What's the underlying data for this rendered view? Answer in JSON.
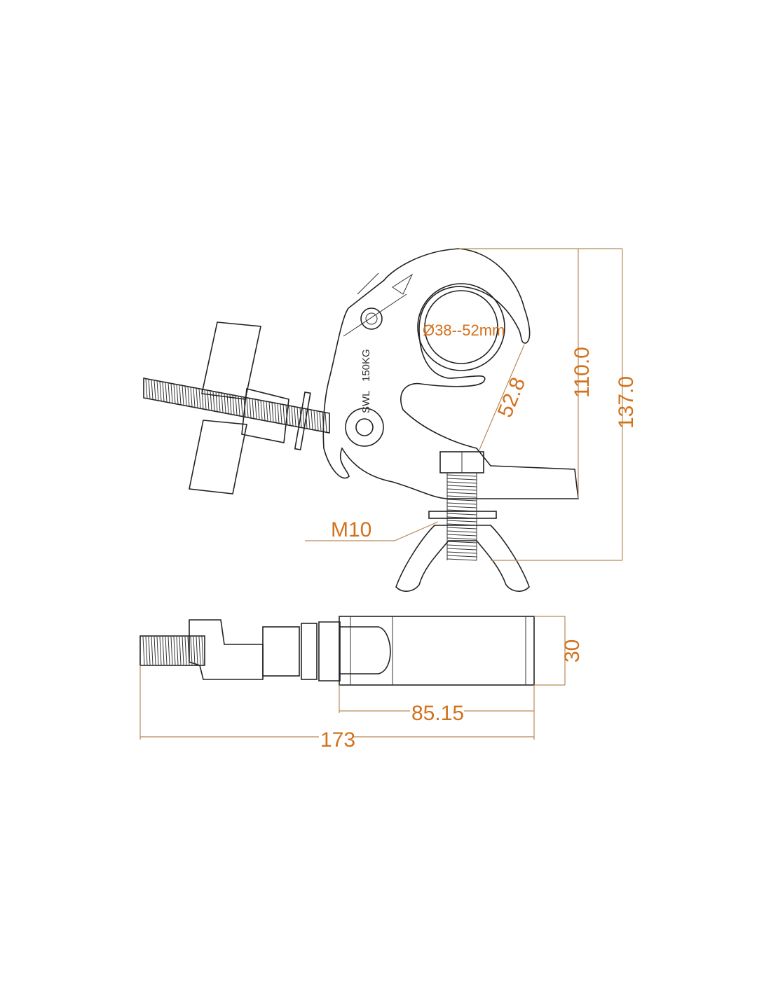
{
  "diagram": {
    "accent_color": "#d2711c",
    "front_view": {
      "tube_diameter_label": "Ø38--52mm",
      "height_body_label": "110.0",
      "height_total_label": "137.0",
      "jaw_opening_label": "52.8",
      "bolt_label": "M10",
      "body_marking_swl": "SWL",
      "body_marking_load": "150KG"
    },
    "top_view": {
      "width_label": "30",
      "body_length_label": "85.15",
      "total_length_label": "173"
    }
  }
}
